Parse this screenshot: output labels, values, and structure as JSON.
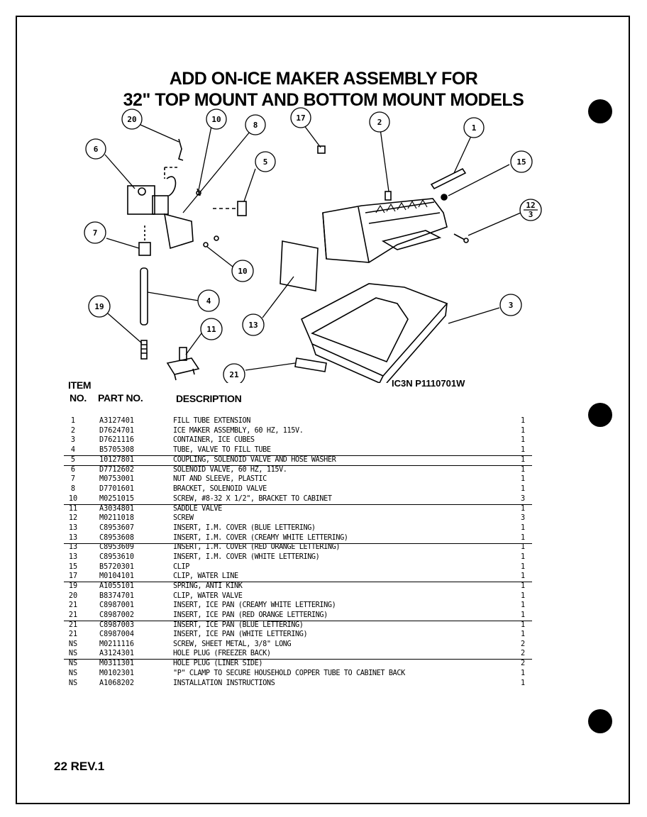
{
  "title": {
    "line1": "ADD ON-ICE MAKER ASSEMBLY FOR",
    "line2": "32\" TOP MOUNT AND BOTTOM MOUNT MODELS"
  },
  "diagram": {
    "code": "IC3N P1110701W",
    "callouts": [
      "20",
      "10",
      "8",
      "17",
      "2",
      "1",
      "6",
      "15",
      "5",
      "12",
      "3",
      "7",
      "10",
      "4",
      "19",
      "11",
      "13",
      "3",
      "21"
    ]
  },
  "table": {
    "headers": {
      "item": "ITEM",
      "no": "NO.",
      "part_no": "PART NO.",
      "description": "DESCRIPTION"
    },
    "rows": [
      {
        "item": "1",
        "part": "A3127401",
        "desc": "FILL TUBE EXTENSION",
        "qty": "1"
      },
      {
        "item": "2",
        "part": "D7624701",
        "desc": "ICE MAKER ASSEMBLY, 60 HZ, 115V.",
        "qty": "1"
      },
      {
        "item": "3",
        "part": "D7621116",
        "desc": "CONTAINER, ICE CUBES",
        "qty": "1"
      },
      {
        "item": "4",
        "part": "B5705308",
        "desc": "TUBE, VALVE TO FILL TUBE",
        "qty": "1"
      },
      {
        "item": "5",
        "part": "10127801",
        "desc": "COUPLING, SOLENOID VALVE AND HOSE WASHER",
        "qty": "1"
      },
      {
        "item": "6",
        "part": "D7712602",
        "desc": "SOLENOID VALVE, 60 HZ, 115V.",
        "qty": "1"
      },
      {
        "item": "7",
        "part": "M0753001",
        "desc": "NUT AND SLEEVE, PLASTIC",
        "qty": "1"
      },
      {
        "item": "8",
        "part": "D7701601",
        "desc": "BRACKET, SOLENOID VALVE",
        "qty": "1"
      },
      {
        "item": "10",
        "part": "M0251015",
        "desc": "SCREW, #8-32 X 1/2\", BRACKET TO CABINET",
        "qty": "3"
      },
      {
        "item": "11",
        "part": "A3034801",
        "desc": "SADDLE VALVE",
        "qty": "1"
      },
      {
        "item": "12",
        "part": "M0211018",
        "desc": "SCREW",
        "qty": "3"
      },
      {
        "item": "13",
        "part": "C8953607",
        "desc": "INSERT, I.M. COVER (BLUE LETTERING)",
        "qty": "1"
      },
      {
        "item": "13",
        "part": "C8953608",
        "desc": "INSERT, I.M. COVER (CREAMY WHITE LETTERING)",
        "qty": "1"
      },
      {
        "item": "13",
        "part": "C8953609",
        "desc": "INSERT, I.M. COVER (RED ORANGE LETTERING)",
        "qty": "1"
      },
      {
        "item": "13",
        "part": "C8953610",
        "desc": "INSERT, I.M. COVER (WHITE LETTERING)",
        "qty": "1"
      },
      {
        "item": "15",
        "part": "B5720301",
        "desc": "CLIP",
        "qty": "1"
      },
      {
        "item": "17",
        "part": "M0104101",
        "desc": "CLIP, WATER LINE",
        "qty": "1"
      },
      {
        "item": "19",
        "part": "A1055101",
        "desc": "SPRING, ANTI KINK",
        "qty": "1"
      },
      {
        "item": "20",
        "part": "B8374701",
        "desc": "CLIP, WATER VALVE",
        "qty": "1"
      },
      {
        "item": "21",
        "part": "C8987001",
        "desc": "INSERT, ICE PAN (CREAMY WHITE LETTERING)",
        "qty": "1"
      },
      {
        "item": "21",
        "part": "C8987002",
        "desc": "INSERT, ICE PAN (RED ORANGE LETTERING)",
        "qty": "1"
      },
      {
        "item": "21",
        "part": "C8987003",
        "desc": "INSERT, ICE PAN (BLUE LETTERING)",
        "qty": "1"
      },
      {
        "item": "21",
        "part": "C8987004",
        "desc": "INSERT, ICE PAN (WHITE LETTERING)",
        "qty": "1"
      },
      {
        "item": "NS",
        "part": "M0211116",
        "desc": "SCREW, SHEET METAL, 3/8\" LONG",
        "qty": "2"
      },
      {
        "item": "NS",
        "part": "A3124301",
        "desc": "HOLE PLUG (FREEZER BACK)",
        "qty": "2"
      },
      {
        "item": "NS",
        "part": "M0311301",
        "desc": "HOLE PLUG (LINER SIDE)",
        "qty": "2"
      },
      {
        "item": "NS",
        "part": "M0102301",
        "desc": " \"P\" CLAMP TO SECURE HOUSEHOLD COPPER TUBE TO CABINET BACK",
        "qty": "1"
      },
      {
        "item": "NS",
        "part": "A1068202",
        "desc": "INSTALLATION INSTRUCTIONS",
        "qty": "1"
      }
    ]
  },
  "footer": {
    "page": "22 REV.1"
  }
}
